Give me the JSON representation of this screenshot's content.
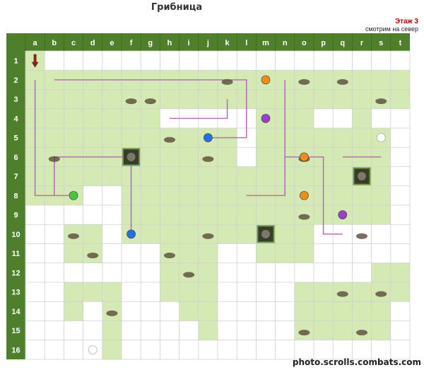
{
  "header": {
    "title": "Грибница",
    "floor": "Этаж 3",
    "facing": "смотрим на север"
  },
  "grid": {
    "columns": [
      "a",
      "b",
      "c",
      "d",
      "e",
      "f",
      "g",
      "h",
      "i",
      "j",
      "k",
      "l",
      "m",
      "n",
      "o",
      "p",
      "q",
      "r",
      "s",
      "t"
    ],
    "rows": [
      "1",
      "2",
      "3",
      "4",
      "5",
      "6",
      "7",
      "8",
      "9",
      "10",
      "11",
      "12",
      "13",
      "14",
      "15",
      "16"
    ]
  },
  "colors": {
    "frame": "#4f7f2a",
    "header_text": "#ffffff",
    "floor_fill": "#d4e9b3",
    "floor_border": "#6e9a47",
    "grid_line": "#cfcfcf",
    "path": "#b273b7",
    "player_marker": "#7a2a1a"
  },
  "player": {
    "col": "a",
    "row": 1,
    "icon": "arrow-down-icon",
    "facing": "north"
  },
  "markers": [
    {
      "kind": "orange-orb",
      "col": "m",
      "row": 2
    },
    {
      "kind": "purple-orb",
      "col": "m",
      "row": 4
    },
    {
      "kind": "blue-orb",
      "col": "j",
      "row": 5
    },
    {
      "kind": "white-orb",
      "col": "s",
      "row": 5
    },
    {
      "kind": "orange-orb",
      "col": "o",
      "row": 6
    },
    {
      "kind": "orange-orb",
      "col": "o",
      "row": 8
    },
    {
      "kind": "purple-orb",
      "col": "q",
      "row": 9
    },
    {
      "kind": "green-orb",
      "col": "c",
      "row": 8
    },
    {
      "kind": "blue-orb",
      "col": "f",
      "row": 10
    },
    {
      "kind": "white-orb",
      "col": "d",
      "row": 16
    },
    {
      "kind": "portrait",
      "col": "f",
      "row": 6
    },
    {
      "kind": "portrait",
      "col": "r",
      "row": 7
    },
    {
      "kind": "portrait",
      "col": "m",
      "row": 10
    }
  ],
  "watermark": "photo.scrolls.combats.com"
}
